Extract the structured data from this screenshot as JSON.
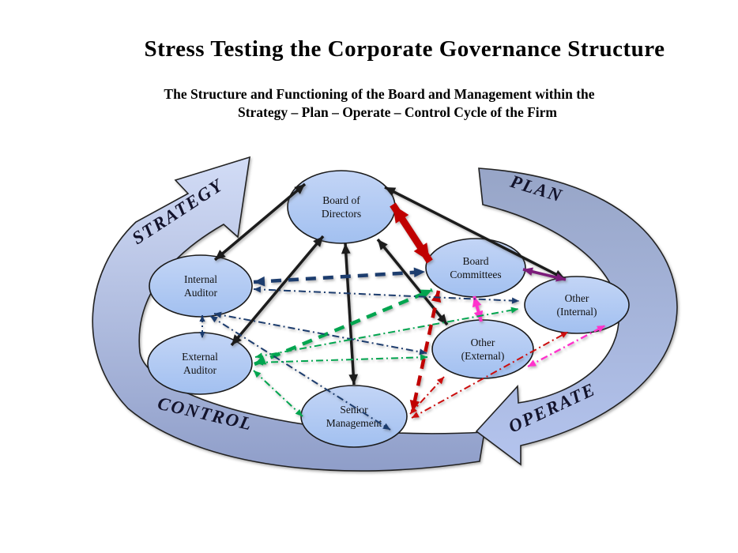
{
  "header": {
    "title": "Stress Testing the Corporate Governance Structure",
    "subtitle_line1": "The Structure and Functioning of the Board and Management within the",
    "subtitle_line2": "Strategy – Plan – Operate – Control Cycle of the Firm"
  },
  "cycle": [
    {
      "id": "strategy",
      "label": "STRATEGY"
    },
    {
      "id": "plan",
      "label": "PLAN"
    },
    {
      "id": "operate",
      "label": "OPERATE"
    },
    {
      "id": "control",
      "label": "CONTROL"
    }
  ],
  "nodes": [
    {
      "id": "board-of-directors",
      "lines": [
        "Board of",
        "Directors"
      ]
    },
    {
      "id": "board-committees",
      "lines": [
        "Board",
        "Committees"
      ]
    },
    {
      "id": "internal-auditor",
      "lines": [
        "Internal",
        "Auditor"
      ]
    },
    {
      "id": "external-auditor",
      "lines": [
        "External",
        "Auditor"
      ]
    },
    {
      "id": "other-internal",
      "lines": [
        "Other",
        "(Internal)"
      ]
    },
    {
      "id": "other-external",
      "lines": [
        "Other",
        "(External)"
      ]
    },
    {
      "id": "senior-management",
      "lines": [
        "Senior",
        "Management"
      ]
    }
  ],
  "edges": [
    {
      "from": "internal-auditor",
      "to": "board-of-directors",
      "color": "black",
      "style": "solid",
      "heads": "both"
    },
    {
      "from": "external-auditor",
      "to": "board-of-directors",
      "color": "black",
      "style": "solid",
      "heads": "both"
    },
    {
      "from": "senior-management",
      "to": "board-of-directors",
      "color": "black",
      "style": "solid",
      "heads": "both"
    },
    {
      "from": "board-of-directors",
      "to": "other-external",
      "color": "black",
      "style": "solid",
      "heads": "both"
    },
    {
      "from": "board-of-directors",
      "to": "other-internal",
      "color": "black",
      "style": "solid",
      "heads": "both"
    },
    {
      "from": "board-of-directors",
      "to": "board-committees",
      "color": "dark_red",
      "style": "solid",
      "heads": "both"
    },
    {
      "from": "internal-auditor",
      "to": "board-committees",
      "color": "navy",
      "style": "dashed",
      "heads": "both"
    },
    {
      "from": "external-auditor",
      "to": "board-committees",
      "color": "green",
      "style": "dashed",
      "heads": "both"
    },
    {
      "from": "board-committees",
      "to": "senior-management",
      "color": "dark_red",
      "style": "dashed",
      "heads": "both"
    },
    {
      "from": "board-committees",
      "to": "other-internal",
      "color": "purple",
      "style": "solid",
      "heads": "both"
    },
    {
      "from": "board-committees",
      "to": "other-external",
      "color": "pink",
      "style": "solid",
      "heads": "both"
    },
    {
      "from": "other-external",
      "to": "other-internal",
      "color": "pink",
      "style": "dashdot",
      "heads": "both"
    },
    {
      "from": "senior-management",
      "to": "other-external",
      "color": "thin_red",
      "style": "dashdot",
      "heads": "both"
    },
    {
      "from": "senior-management",
      "to": "other-internal",
      "color": "thin_red",
      "style": "dashdot",
      "heads": "both"
    },
    {
      "from": "internal-auditor",
      "to": "other-internal",
      "color": "navy",
      "style": "dashdot",
      "heads": "both"
    },
    {
      "from": "internal-auditor",
      "to": "other-external",
      "color": "navy",
      "style": "dashdot",
      "heads": "both"
    },
    {
      "from": "internal-auditor",
      "to": "senior-management",
      "color": "navy",
      "style": "dashdot",
      "heads": "both"
    },
    {
      "from": "internal-auditor",
      "to": "external-auditor",
      "color": "navy",
      "style": "dashdot",
      "heads": "both"
    },
    {
      "from": "external-auditor",
      "to": "other-internal",
      "color": "green",
      "style": "dashdot",
      "heads": "both"
    },
    {
      "from": "external-auditor",
      "to": "other-external",
      "color": "green",
      "style": "dashdot",
      "heads": "both"
    },
    {
      "from": "external-auditor",
      "to": "senior-management",
      "color": "green",
      "style": "dashdot",
      "heads": "both"
    }
  ],
  "colors": {
    "black": "#1a1a1a",
    "dark_red": "#c00000",
    "navy": "#1f3c6e",
    "green": "#00a550",
    "purple": "#7b1e7a",
    "pink": "#ff33cc",
    "thin_red": "#cc1111",
    "node_fill_top": "#c3d5f6",
    "node_fill_bottom": "#a2c0f0",
    "node_stroke": "#1a1a1a",
    "band_light": "#cdd7f3",
    "band_dark": "#92a1cb"
  }
}
